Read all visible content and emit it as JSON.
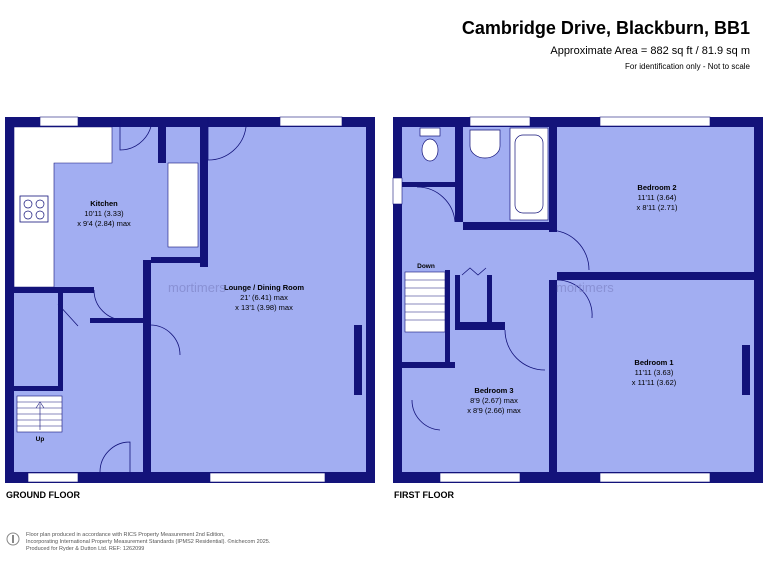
{
  "header": {
    "title": "Cambridge Drive, Blackburn, BB1",
    "area": "Approximate Area = 882 sq ft / 81.9 sq m",
    "note": "For identification only - Not to scale"
  },
  "floors": {
    "ground": "GROUND FLOOR",
    "first": "FIRST FLOOR"
  },
  "rooms": {
    "kitchen": {
      "name": "Kitchen",
      "dim1": "10'11 (3.33)",
      "dim2": "x 9'4 (2.84) max"
    },
    "lounge": {
      "name": "Lounge / Dining Room",
      "dim1": "21' (6.41) max",
      "dim2": "x 13'1 (3.98) max"
    },
    "bedroom1": {
      "name": "Bedroom 1",
      "dim1": "11'11 (3.63)",
      "dim2": "x 11'11 (3.62)"
    },
    "bedroom2": {
      "name": "Bedroom 2",
      "dim1": "11'11 (3.64)",
      "dim2": "x 8'11 (2.71)"
    },
    "bedroom3": {
      "name": "Bedroom 3",
      "dim1": "8'9 (2.67) max",
      "dim2": "x 8'9 (2.66) max"
    }
  },
  "stairs": {
    "up": "Up",
    "down": "Down"
  },
  "watermark": {
    "text": "mortimers"
  },
  "footer": {
    "line1": "Floor plan produced in accordance with RICS Property Measurement 2nd Edition,",
    "line2": "Incorporating International Property Measurement Standards (IPMS2 Residential).  ©nichecom 2025.",
    "line3": "Produced for Ryder & Dutton Ltd.   REF:  1262099"
  },
  "colors": {
    "wall": "#13137a",
    "floor": "#a2aef2",
    "window": "#ffffff",
    "watermark": "#7f85c8"
  }
}
